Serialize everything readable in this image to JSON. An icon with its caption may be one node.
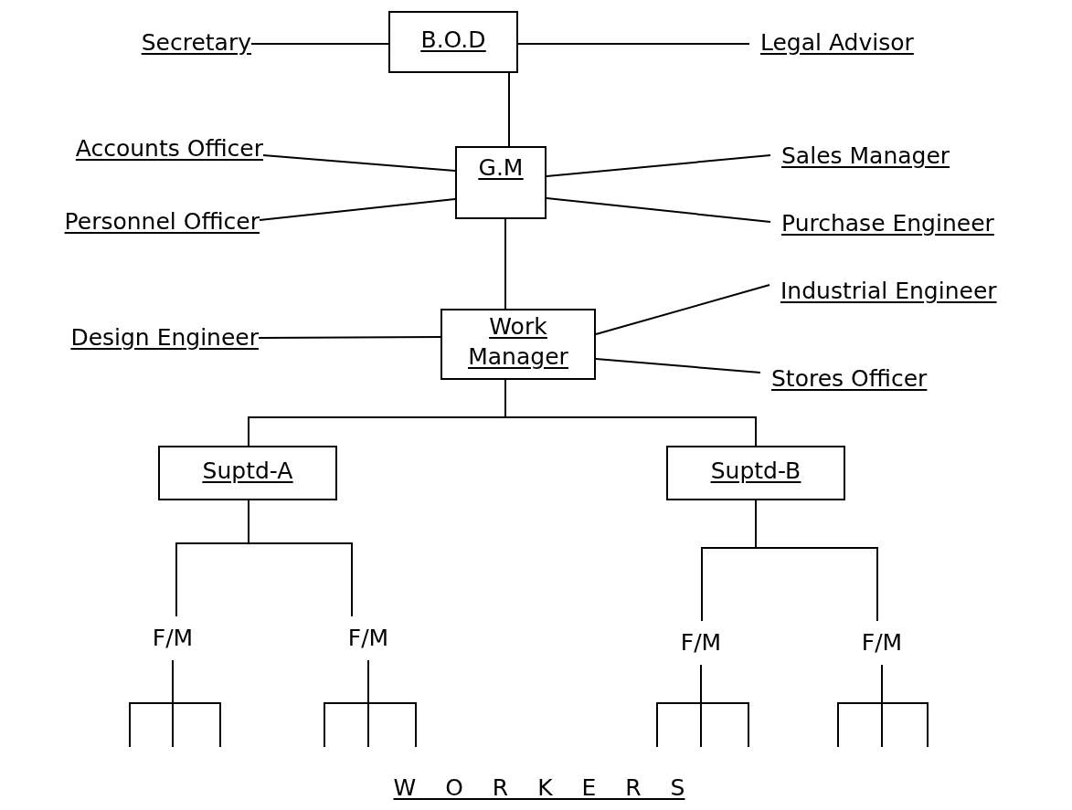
{
  "diagram": {
    "nodes": [
      {
        "text": [
          "B.O.D"
        ]
      },
      {
        "text": [
          "Secretary"
        ]
      },
      {
        "text": [
          "Legal Advisor"
        ]
      },
      {
        "text": [
          "G.M"
        ]
      },
      {
        "text": [
          "Accounts Officer"
        ]
      },
      {
        "text": [
          "Personnel Officer"
        ]
      },
      {
        "text": [
          "Sales Manager"
        ]
      },
      {
        "text": [
          "Purchase Engineer"
        ]
      },
      {
        "text": [
          "Work Manager"
        ]
      },
      {
        "text": [
          "Design Engineer"
        ]
      },
      {
        "text": [
          "Industrial Engineer"
        ]
      },
      {
        "text": [
          "Stores Officer"
        ]
      },
      {
        "text": [
          "Suptd-A"
        ]
      },
      {
        "text": [
          "Suptd-B"
        ]
      },
      {
        "text": [
          "F/M"
        ]
      },
      {
        "text": [
          "F/M"
        ]
      },
      {
        "text": [
          "F/M"
        ]
      },
      {
        "text": [
          "F/M"
        ]
      }
    ],
    "edges": [
      {
        "from": 1,
        "to": 0,
        "arrow": "none"
      },
      {
        "from": 0,
        "to": 2,
        "arrow": "none"
      },
      {
        "from": 0,
        "to": 3,
        "arrow": "none"
      },
      {
        "from": 4,
        "to": 3,
        "arrow": "none"
      },
      {
        "from": 5,
        "to": 3,
        "arrow": "none"
      },
      {
        "from": 3,
        "to": 6,
        "arrow": "none"
      },
      {
        "from": 3,
        "to": 7,
        "arrow": "none"
      },
      {
        "from": 3,
        "to": 8,
        "arrow": "none"
      },
      {
        "from": 9,
        "to": 8,
        "arrow": "none"
      },
      {
        "from": 8,
        "to": 10,
        "arrow": "none"
      },
      {
        "from": 8,
        "to": 11,
        "arrow": "none"
      },
      {
        "from": 8,
        "to": 12,
        "arrow": "none"
      },
      {
        "from": 8,
        "to": 13,
        "arrow": "none"
      },
      {
        "from": 12,
        "to": 14,
        "arrow": "none"
      },
      {
        "from": 12,
        "to": 15,
        "arrow": "none"
      },
      {
        "from": 13,
        "to": 16,
        "arrow": "none"
      },
      {
        "from": 13,
        "to": 17,
        "arrow": "none"
      },
      {
        "from": 14,
        "to": null,
        "arrow": "none"
      },
      {
        "from": 14,
        "to": null,
        "arrow": "none"
      },
      {
        "from": 14,
        "to": null,
        "arrow": "none"
      },
      {
        "from": 15,
        "to": null,
        "arrow": "none"
      },
      {
        "from": 15,
        "to": null,
        "arrow": "none"
      },
      {
        "from": 15,
        "to": null,
        "arrow": "none"
      },
      {
        "from": 16,
        "to": null,
        "arrow": "none"
      },
      {
        "from": 16,
        "to": null,
        "arrow": "none"
      },
      {
        "from": 16,
        "to": null,
        "arrow": "none"
      },
      {
        "from": 17,
        "to": null,
        "arrow": "none"
      },
      {
        "from": 17,
        "to": null,
        "arrow": "none"
      },
      {
        "from": 17,
        "to": null,
        "arrow": "none"
      }
    ],
    "labels": [
      "W O R K E R S"
    ]
  }
}
